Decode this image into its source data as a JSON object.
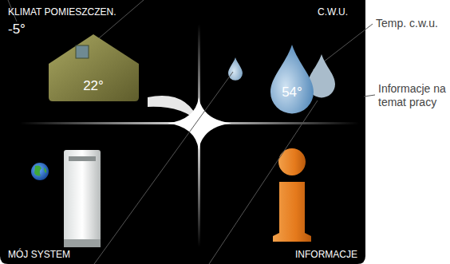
{
  "diagram": {
    "nodes": [
      {
        "text": [
          "KLIMAT POMIESZCZEN.",
          "-5°",
          "C.W.U.",
          "MÓJ SYSTEM",
          "INFORMACJE"
        ]
      },
      {
        "text": [
          "22°"
        ],
        "in": 0
      },
      {
        "text": [
          "54°"
        ],
        "in": 0
      }
    ],
    "labels": [
      "Temp. c.w.u.",
      "Informacje na temat pracy"
    ]
  }
}
